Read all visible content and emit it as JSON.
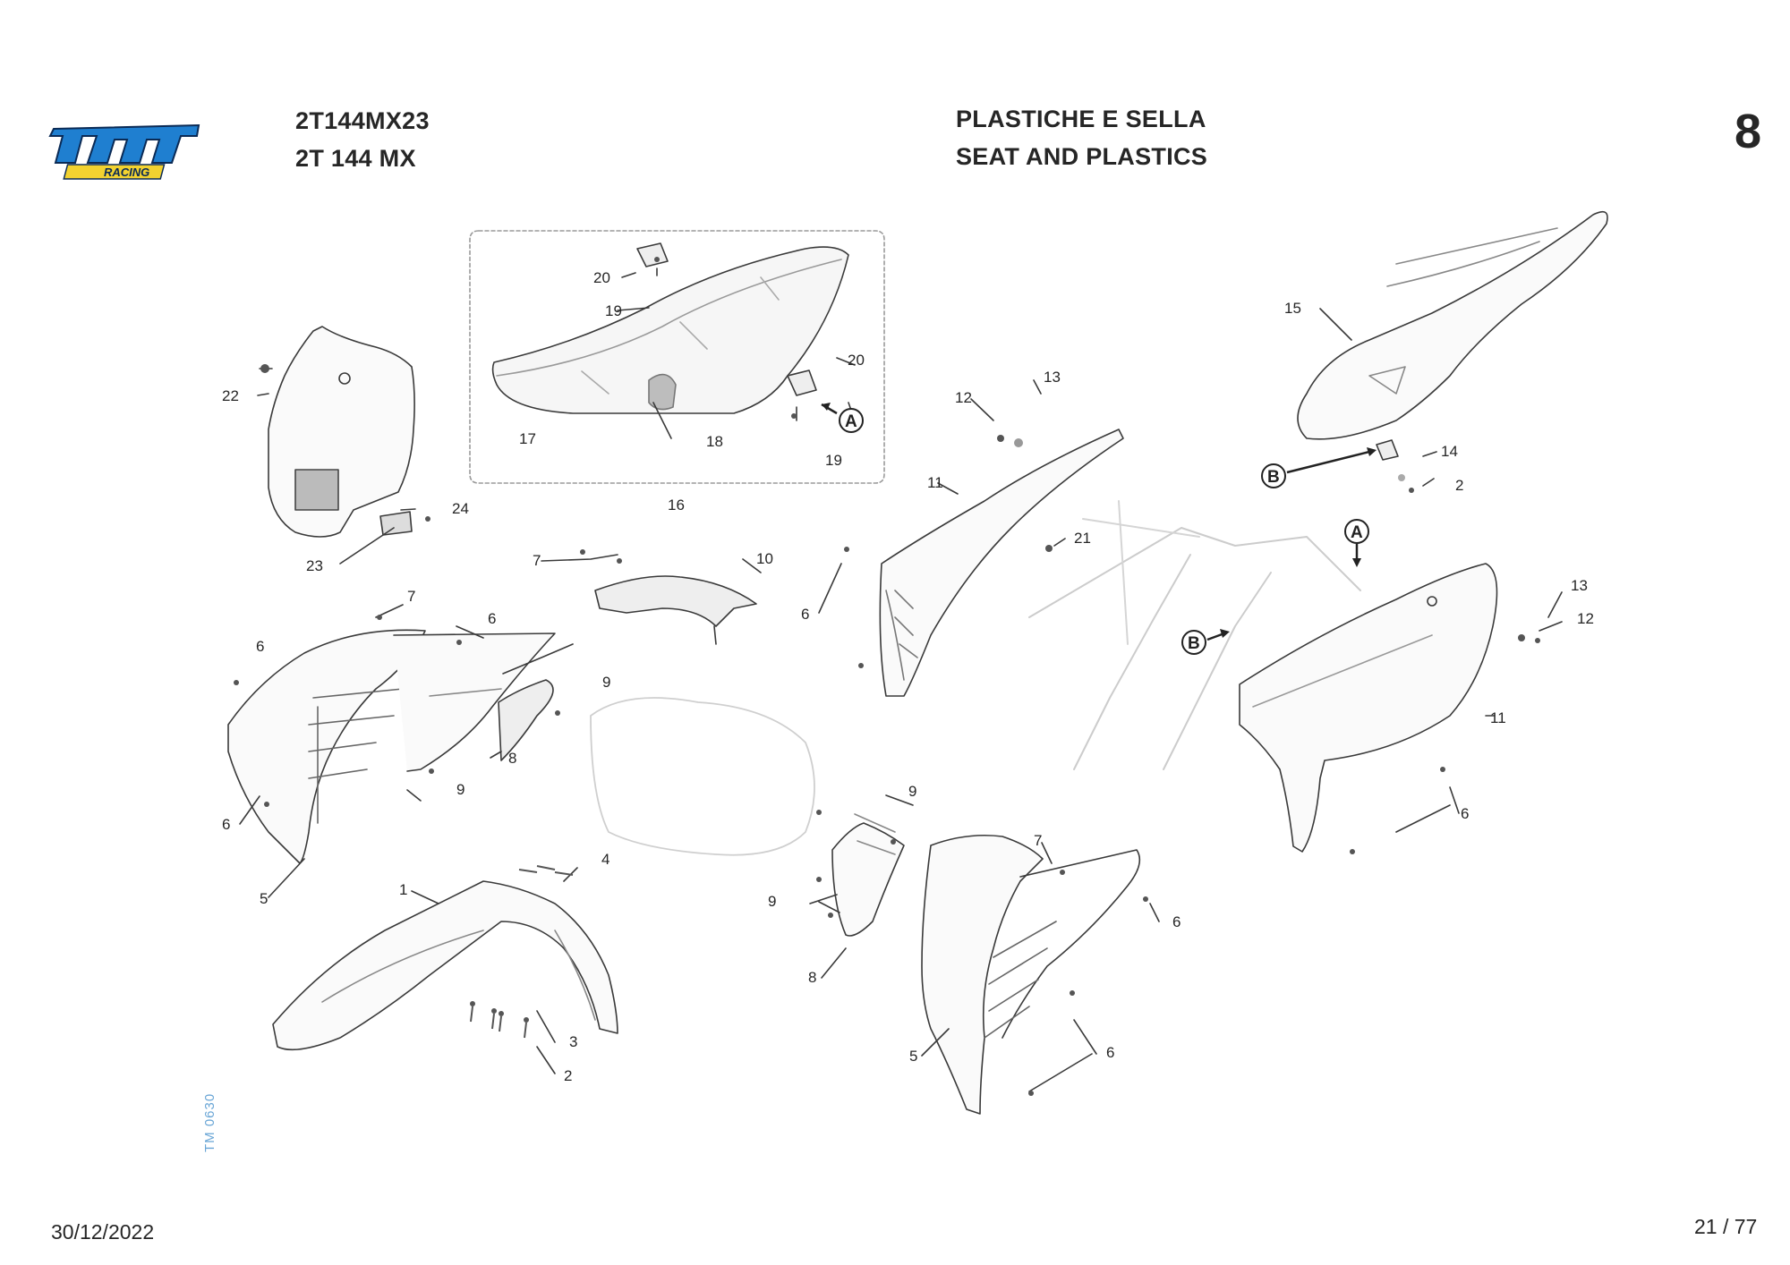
{
  "brand": {
    "logo_main": "tm",
    "logo_sub": "RACING"
  },
  "header": {
    "model_code": "2T144MX23",
    "model_name": "2T 144 MX",
    "title_it": "PLASTICHE E SELLA",
    "title_en": "SEAT AND PLASTICS",
    "page_section": "8"
  },
  "footer": {
    "date": "30/12/2022",
    "page": "21 / 77",
    "drawing_code": "TM 0630"
  },
  "callouts": [
    {
      "id": "c20a",
      "text": "20"
    },
    {
      "id": "c19a",
      "text": "19"
    },
    {
      "id": "c20b",
      "text": "20"
    },
    {
      "id": "c19b",
      "text": "19"
    },
    {
      "id": "c17",
      "text": "17"
    },
    {
      "id": "c18",
      "text": "18"
    },
    {
      "id": "c16",
      "text": "16"
    },
    {
      "id": "c22",
      "text": "22"
    },
    {
      "id": "c24",
      "text": "24"
    },
    {
      "id": "c23",
      "text": "23"
    },
    {
      "id": "c15",
      "text": "15"
    },
    {
      "id": "c14",
      "text": "14"
    },
    {
      "id": "c2a",
      "text": "2"
    },
    {
      "id": "c12a",
      "text": "12"
    },
    {
      "id": "c13a",
      "text": "13"
    },
    {
      "id": "c11a",
      "text": "11"
    },
    {
      "id": "c21",
      "text": "21"
    },
    {
      "id": "c6a",
      "text": "6"
    },
    {
      "id": "c7a",
      "text": "7"
    },
    {
      "id": "c10",
      "text": "10"
    },
    {
      "id": "c7b",
      "text": "7"
    },
    {
      "id": "c6b",
      "text": "6"
    },
    {
      "id": "c6c",
      "text": "6"
    },
    {
      "id": "c9a",
      "text": "9"
    },
    {
      "id": "c8a",
      "text": "8"
    },
    {
      "id": "c9b",
      "text": "9"
    },
    {
      "id": "c6d",
      "text": "6"
    },
    {
      "id": "c5a",
      "text": "5"
    },
    {
      "id": "c13b",
      "text": "13"
    },
    {
      "id": "c12b",
      "text": "12"
    },
    {
      "id": "c11b",
      "text": "11"
    },
    {
      "id": "c6e",
      "text": "6"
    },
    {
      "id": "c9c",
      "text": "9"
    },
    {
      "id": "c9d",
      "text": "9"
    },
    {
      "id": "c8b",
      "text": "8"
    },
    {
      "id": "c7c",
      "text": "7"
    },
    {
      "id": "c6f",
      "text": "6"
    },
    {
      "id": "c6g",
      "text": "6"
    },
    {
      "id": "c5b",
      "text": "5"
    },
    {
      "id": "c1",
      "text": "1"
    },
    {
      "id": "c4",
      "text": "4"
    },
    {
      "id": "c3",
      "text": "3"
    },
    {
      "id": "c2b",
      "text": "2"
    }
  ],
  "markers": [
    {
      "id": "mA1",
      "text": "A"
    },
    {
      "id": "mB1",
      "text": "B"
    },
    {
      "id": "mA2",
      "text": "A"
    },
    {
      "id": "mB2",
      "text": "B"
    }
  ]
}
